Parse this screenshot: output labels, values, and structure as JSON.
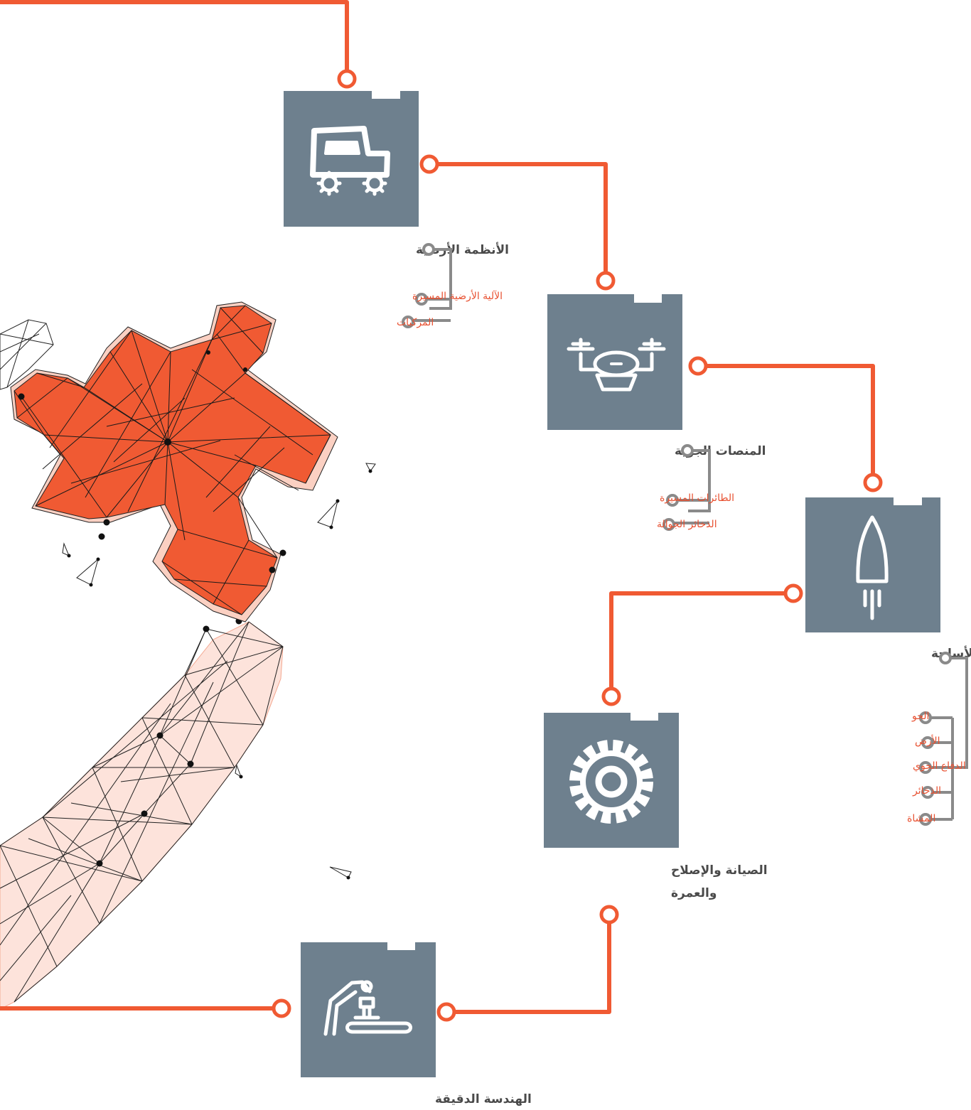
{
  "colors": {
    "accent": "#f05a33",
    "box": "#6e808e",
    "connector": "#8a8a8a",
    "heading_text": "#4a4a4a",
    "sub_text": "#e85030",
    "icon": "#ffffff"
  },
  "nodes": {
    "ground": {
      "title": "الأنظمة الأرضية",
      "icon": "ground-vehicle-icon",
      "items": [
        "الآلية الأرضية المسيرة",
        "المركبات"
      ]
    },
    "aerial": {
      "title": "المنصات الجوية",
      "icon": "drone-icon",
      "items": [
        "الطائرات المسيرة",
        "الذخائر الجوالة"
      ]
    },
    "missiles": {
      "title": "الصواريخ والأسلحة",
      "icon": "rocket-icon",
      "items": [
        "الجو",
        "الأرض",
        "الدفاع الجوي",
        "الذخائر",
        "المشاة"
      ]
    },
    "maintenance": {
      "title_line1": "الصيانة والإصلاح",
      "title_line2": "والعمرة",
      "icon": "gear-icon"
    },
    "engineering": {
      "title": "الهندسة الدقيقة",
      "icon": "robotic-arm-icon"
    }
  },
  "decoration": {
    "illustration": "low-poly-puzzle-hand"
  }
}
